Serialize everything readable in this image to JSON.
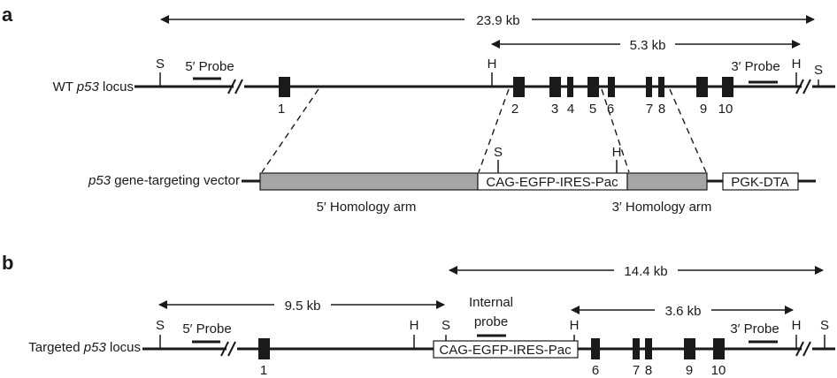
{
  "panels": {
    "a": "a",
    "b": "b"
  },
  "a": {
    "span_total": "23.9 kb",
    "span_hh": "5.3 kb",
    "locus_label_prefix": "WT ",
    "locus_label_gene": "p53",
    "locus_label_suffix": " locus",
    "site_S": "S",
    "site_H": "H",
    "probe5": "5′ Probe",
    "probe3": "3′ Probe",
    "exons": [
      "1",
      "2",
      "3",
      "4",
      "5",
      "6",
      "7",
      "8",
      "9",
      "10"
    ],
    "vector_label_gene": "p53",
    "vector_label_suffix": " gene-targeting vector",
    "cassette": "CAG-EGFP-IRES-Pac",
    "dta": "PGK-DTA",
    "arm5": "5′ Homology arm",
    "arm3": "3′ Homology arm"
  },
  "b": {
    "span_left": "9.5 kb",
    "span_right": "14.4 kb",
    "span_hh": "3.6 kb",
    "locus_label_prefix": "Targeted ",
    "locus_label_gene": "p53",
    "locus_label_suffix": " locus",
    "site_S": "S",
    "site_H": "H",
    "probe5": "5′ Probe",
    "probe3": "3′ Probe",
    "internal1": "Internal",
    "internal2": "probe",
    "cassette": "CAG-EGFP-IRES-Pac",
    "exons": [
      "1",
      "6",
      "7",
      "8",
      "9",
      "10"
    ]
  }
}
